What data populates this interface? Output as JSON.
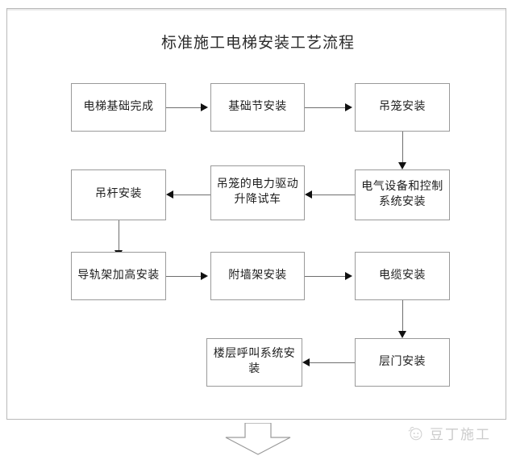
{
  "diagram": {
    "title": "标准施工电梯安装工艺流程",
    "type": "flowchart",
    "nodes": [
      {
        "id": "n1",
        "label": "电梯基础完成",
        "row": 1,
        "col": 1
      },
      {
        "id": "n2",
        "label": "基础节安装",
        "row": 1,
        "col": 2
      },
      {
        "id": "n3",
        "label": "吊笼安装",
        "row": 1,
        "col": 3
      },
      {
        "id": "n4",
        "label": "电气设备和控制系统安装",
        "row": 2,
        "col": 3
      },
      {
        "id": "n5",
        "label": "吊笼的电力驱动升降试车",
        "row": 2,
        "col": 2
      },
      {
        "id": "n6",
        "label": "吊杆安装",
        "row": 2,
        "col": 1
      },
      {
        "id": "n7",
        "label": "导轨架加高安装",
        "row": 3,
        "col": 1
      },
      {
        "id": "n8",
        "label": "附墙架安装",
        "row": 3,
        "col": 2
      },
      {
        "id": "n9",
        "label": "电缆安装",
        "row": 3,
        "col": 3
      },
      {
        "id": "n10",
        "label": "层门安装",
        "row": 4,
        "col": 3
      },
      {
        "id": "n11",
        "label": "楼层呼叫系统安装",
        "row": 4,
        "col": 2
      }
    ],
    "edges": [
      {
        "from": "n1",
        "to": "n2",
        "direction": "right"
      },
      {
        "from": "n2",
        "to": "n3",
        "direction": "right"
      },
      {
        "from": "n3",
        "to": "n4",
        "direction": "down"
      },
      {
        "from": "n4",
        "to": "n5",
        "direction": "left"
      },
      {
        "from": "n5",
        "to": "n6",
        "direction": "left"
      },
      {
        "from": "n6",
        "to": "n7",
        "direction": "down"
      },
      {
        "from": "n7",
        "to": "n8",
        "direction": "right"
      },
      {
        "from": "n8",
        "to": "n9",
        "direction": "right"
      },
      {
        "from": "n9",
        "to": "n10",
        "direction": "down"
      },
      {
        "from": "n10",
        "to": "n11",
        "direction": "left"
      }
    ],
    "continuation_arrow": "down-block-arrow"
  },
  "watermark": {
    "text": "豆丁施工",
    "logo": "circle-face-logo"
  }
}
